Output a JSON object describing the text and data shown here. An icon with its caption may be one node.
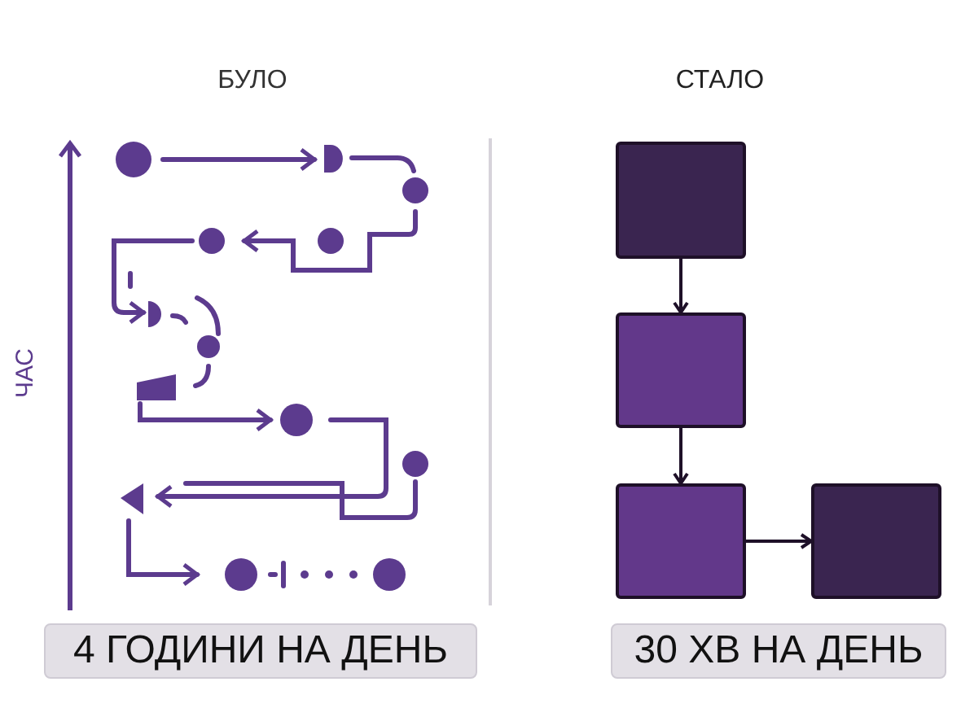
{
  "diagram": {
    "nodes": [
      {
        "text": [],
        "shape": "box"
      },
      {
        "text": [],
        "shape": "box"
      },
      {
        "text": [],
        "shape": "box"
      },
      {
        "text": [],
        "shape": "box"
      }
    ],
    "edges": [
      {
        "from": 0,
        "to": 1,
        "arrow": "to"
      },
      {
        "from": 1,
        "to": 2,
        "arrow": "to"
      },
      {
        "from": 2,
        "to": 3,
        "arrow": "to"
      }
    ],
    "labels": [
      "БУЛО",
      "СТАЛО",
      "ЧАС",
      "4 ГОДИНИ НА ДЕНЬ",
      "30 ХВ НА ДЕНЬ"
    ]
  }
}
